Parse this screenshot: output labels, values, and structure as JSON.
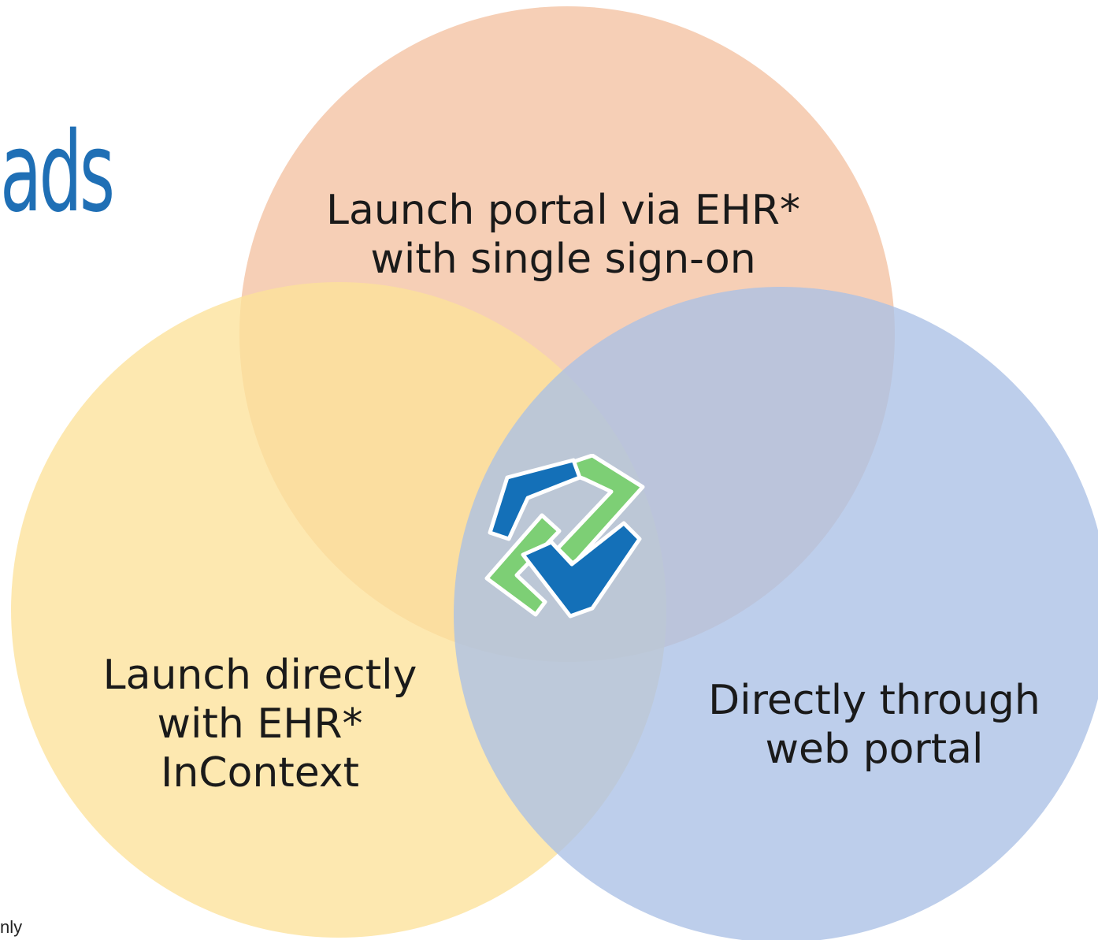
{
  "title_fragment": "ads",
  "footnote_fragment": "nly",
  "circles": {
    "top": {
      "label": "Launch portal via EHR*\nwith single sign-on",
      "color": "#f4c2a1"
    },
    "left": {
      "label": "Launch directly\nwith EHR*\nInContext",
      "color": "#fde19a"
    },
    "right": {
      "label": "Directly through\nweb portal",
      "color": "#aac0e6"
    }
  },
  "logo": {
    "icon": "interlocking-chevrons-logo",
    "colors": {
      "blue": "#1470b8",
      "green": "#7dcf75"
    }
  }
}
